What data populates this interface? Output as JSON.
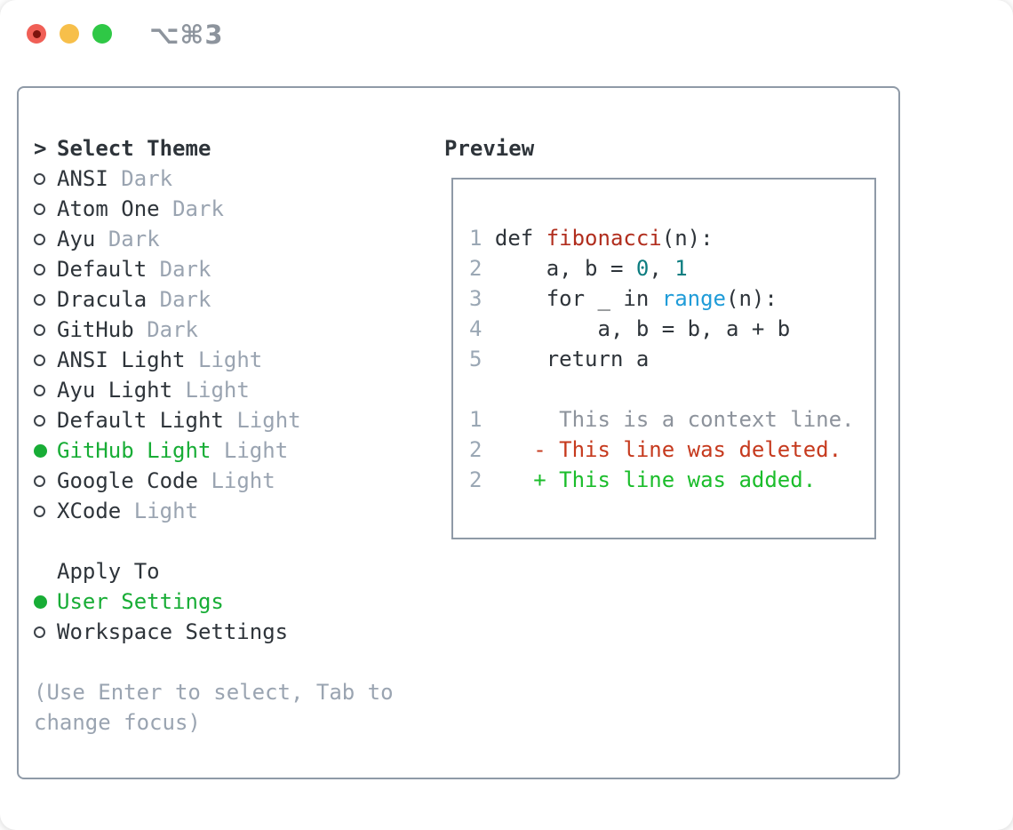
{
  "window": {
    "title": "⌥⌘3"
  },
  "colors": {
    "traffic_red": "#f05f56",
    "traffic_red_dot": "#7d130d",
    "traffic_yellow": "#f7bf4a",
    "traffic_green": "#2fc846",
    "title_gray": "#8d949d",
    "border_gray": "#8f9aa7",
    "text_dark": "#2e343a",
    "muted": "#9aa4b1",
    "radio_ring": "#3d434a",
    "accent_green": "#18ad36",
    "line_number_gray": "#9aa7b4",
    "context_gray": "#8d939c",
    "function_red": "#b12e1e",
    "deleted_red": "#c63a1e",
    "number_teal": "#0d7d80",
    "call_blue": "#209cd8",
    "added_green": "#1bbd2b"
  },
  "theme_picker": {
    "header_marker": ">",
    "header_label": "Select Theme",
    "items": [
      {
        "name": "ANSI",
        "variant": "Dark",
        "selected": false
      },
      {
        "name": "Atom One",
        "variant": "Dark",
        "selected": false
      },
      {
        "name": "Ayu",
        "variant": "Dark",
        "selected": false
      },
      {
        "name": "Default",
        "variant": "Dark",
        "selected": false
      },
      {
        "name": "Dracula",
        "variant": "Dark",
        "selected": false
      },
      {
        "name": "GitHub",
        "variant": "Dark",
        "selected": false
      },
      {
        "name": "ANSI Light",
        "variant": "Light",
        "selected": false
      },
      {
        "name": "Ayu Light",
        "variant": "Light",
        "selected": false
      },
      {
        "name": "Default Light",
        "variant": "Light",
        "selected": false
      },
      {
        "name": "GitHub Light",
        "variant": "Light",
        "selected": true
      },
      {
        "name": "Google Code",
        "variant": "Light",
        "selected": false
      },
      {
        "name": "XCode",
        "variant": "Light",
        "selected": false
      }
    ],
    "apply_to_label": "Apply To",
    "apply_options": [
      {
        "name": "User Settings",
        "selected": true
      },
      {
        "name": "Workspace Settings",
        "selected": false
      }
    ],
    "hint_lines": [
      "(Use Enter to select, Tab to",
      "change focus)"
    ]
  },
  "preview": {
    "label": "Preview",
    "code_lines": [
      {
        "no": "1",
        "segs": [
          {
            "t": "def ",
            "c": "p"
          },
          {
            "t": "fibonacci",
            "c": "fn"
          },
          {
            "t": "(n):",
            "c": "p"
          }
        ]
      },
      {
        "no": "2",
        "segs": [
          {
            "t": "    a, b = ",
            "c": "p"
          },
          {
            "t": "0",
            "c": "num"
          },
          {
            "t": ", ",
            "c": "p"
          },
          {
            "t": "1",
            "c": "num"
          }
        ]
      },
      {
        "no": "3",
        "segs": [
          {
            "t": "    for _ in ",
            "c": "p"
          },
          {
            "t": "range",
            "c": "call"
          },
          {
            "t": "(n):",
            "c": "p"
          }
        ]
      },
      {
        "no": "4",
        "segs": [
          {
            "t": "        a, b = b, a + b",
            "c": "p"
          }
        ]
      },
      {
        "no": "5",
        "segs": [
          {
            "t": "    return a",
            "c": "p"
          }
        ]
      },
      {
        "no": "",
        "segs": []
      },
      {
        "no": "1",
        "segs": [
          {
            "t": "     This is a context line.",
            "c": "ctx"
          }
        ]
      },
      {
        "no": "2",
        "segs": [
          {
            "t": "   - This line was deleted.",
            "c": "del"
          }
        ]
      },
      {
        "no": "2",
        "segs": [
          {
            "t": "   + This line was added.",
            "c": "add"
          }
        ]
      }
    ]
  }
}
